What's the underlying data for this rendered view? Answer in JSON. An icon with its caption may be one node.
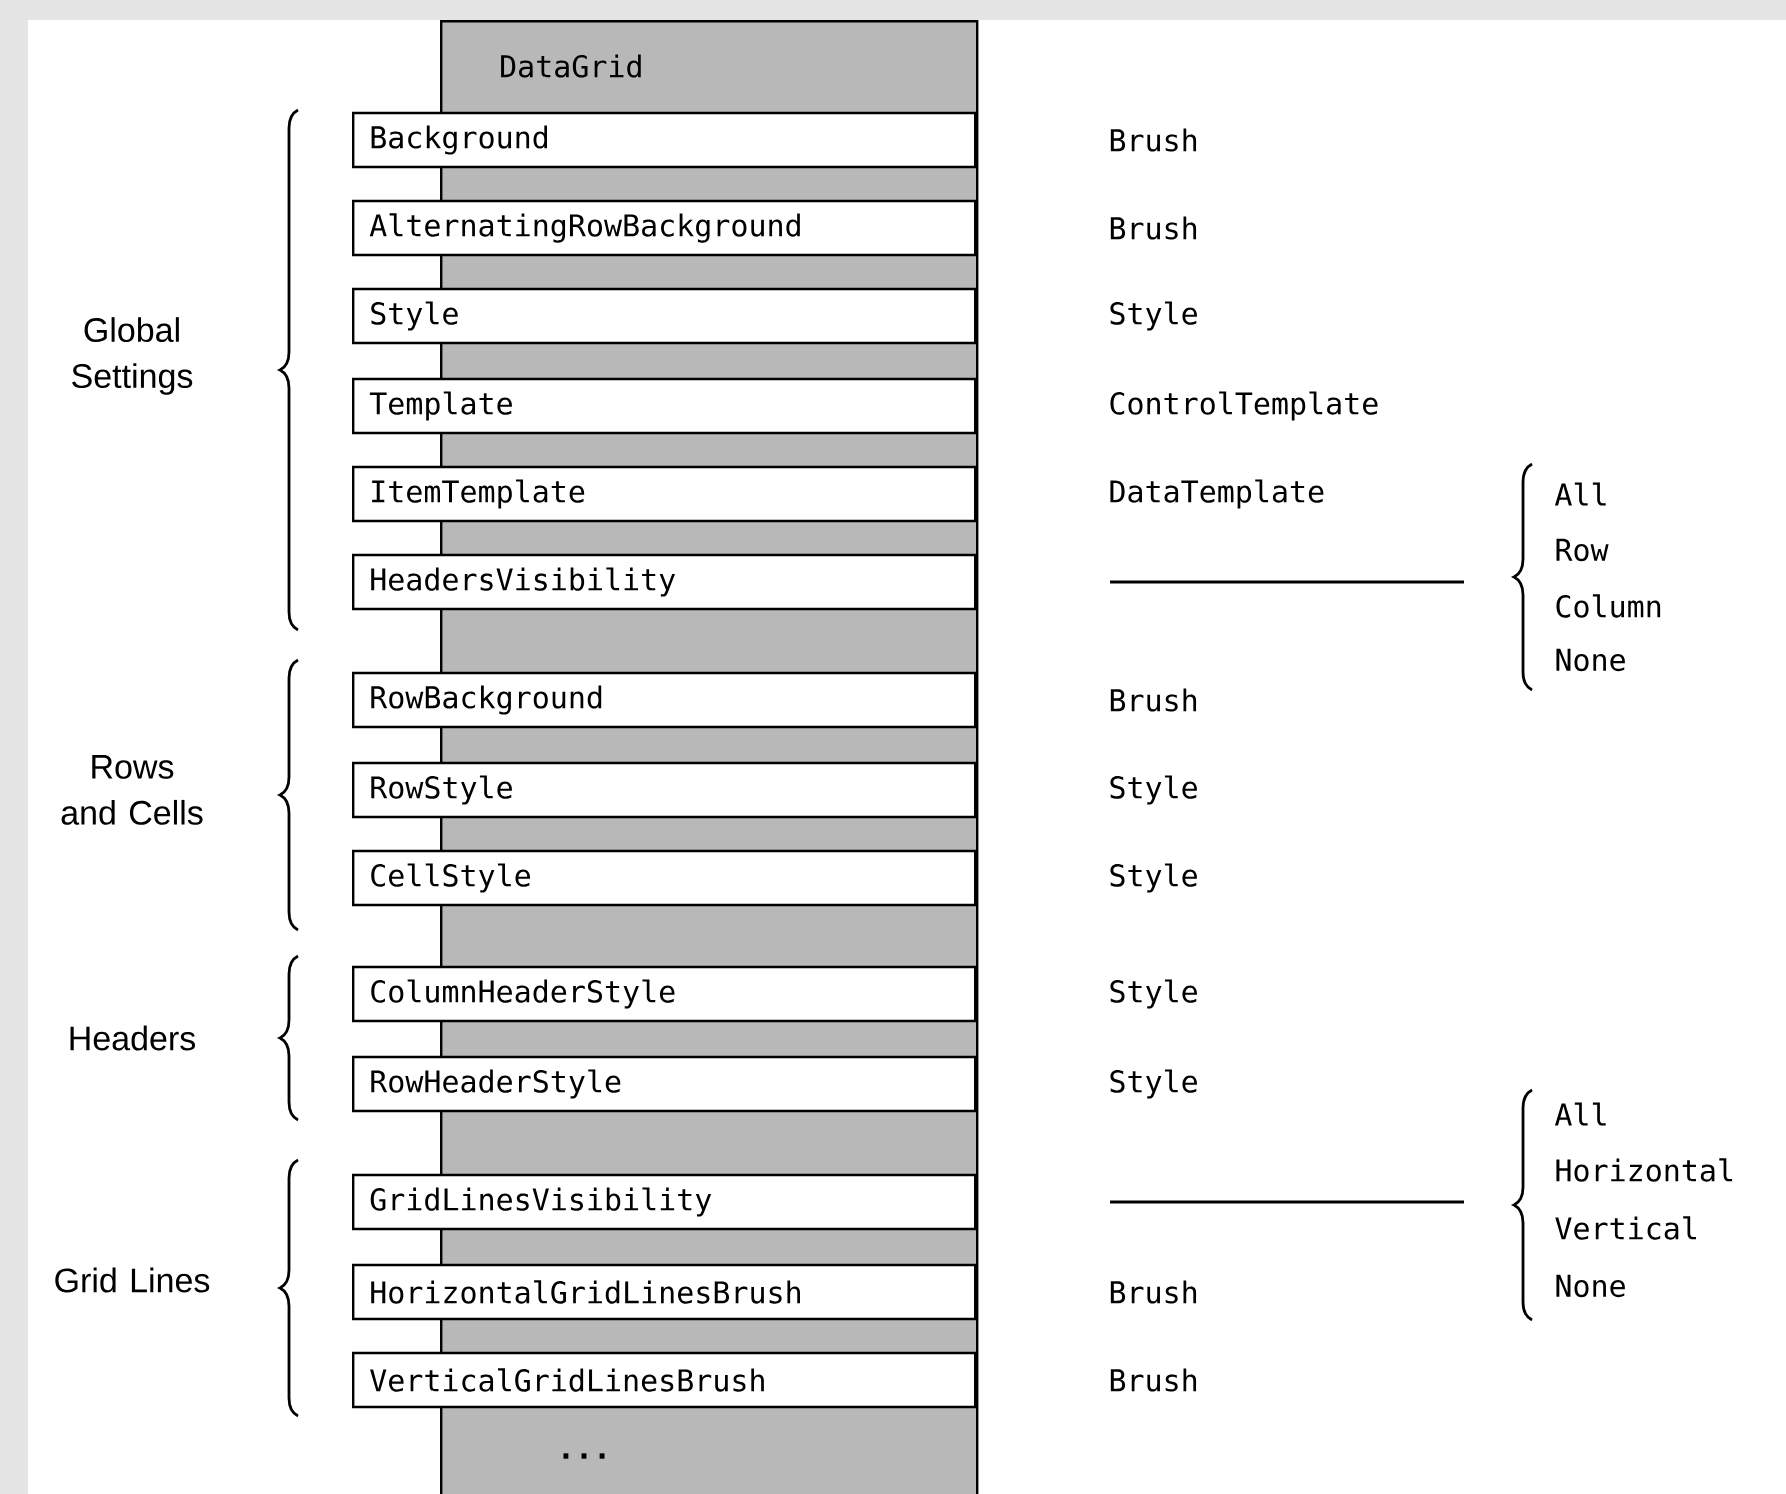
{
  "diagram": {
    "nodes": [
      {
        "text": [
          "DataGrid",
          "..."
        ]
      },
      {
        "text": [
          "Background"
        ],
        "in": 0
      },
      {
        "text": [
          "AlternatingRowBackground"
        ],
        "in": 0
      },
      {
        "text": [
          "Style"
        ],
        "in": 0
      },
      {
        "text": [
          "Template"
        ],
        "in": 0
      },
      {
        "text": [
          "ItemTemplate"
        ],
        "in": 0
      },
      {
        "text": [
          "HeadersVisibility"
        ],
        "in": 0
      },
      {
        "text": [
          "RowBackground"
        ],
        "in": 0
      },
      {
        "text": [
          "RowStyle"
        ],
        "in": 0
      },
      {
        "text": [
          "CellStyle"
        ],
        "in": 0
      },
      {
        "text": [
          "ColumnHeaderStyle"
        ],
        "in": 0
      },
      {
        "text": [
          "RowHeaderStyle"
        ],
        "in": 0
      },
      {
        "text": [
          "GridLinesVisibility"
        ],
        "in": 0
      },
      {
        "text": [
          "HorizontalGridLinesBrush"
        ],
        "in": 0
      },
      {
        "text": [
          "VerticalGridLinesBrush"
        ],
        "in": 0
      }
    ],
    "labels": [
      "Brush",
      "Brush",
      "Global Settings",
      "Style",
      "ControlTemplate",
      "DataTemplate",
      "All",
      "Row",
      "Column",
      "None",
      "Brush",
      "Rows and Cells",
      "Style",
      "Style",
      "Headers",
      "Style",
      "Style",
      "All",
      "Horizontal",
      "Vertical",
      "Grid Lines",
      "None",
      "Brush",
      "Brush"
    ]
  }
}
